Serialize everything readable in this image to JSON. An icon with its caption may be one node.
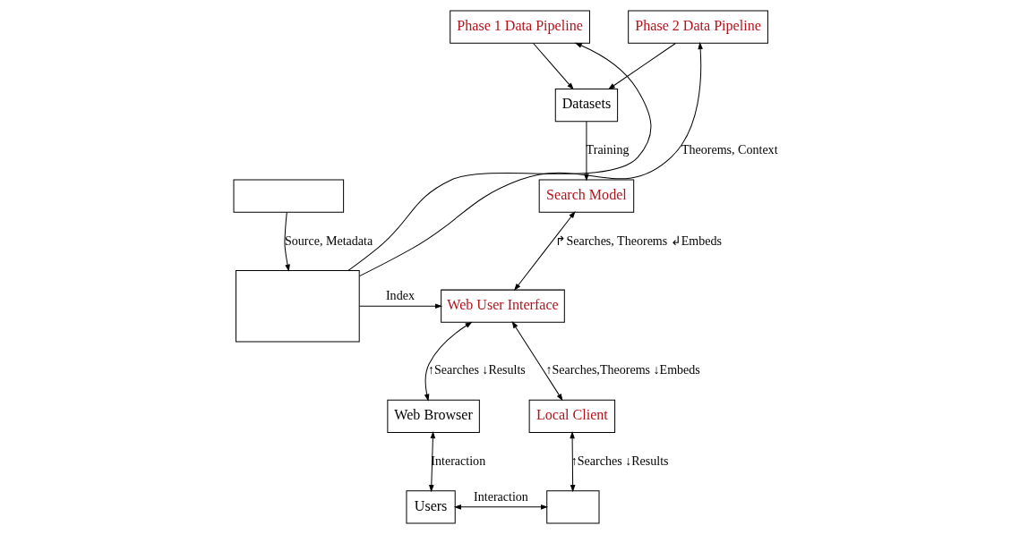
{
  "diagram": {
    "nodes": [
      {
        "text": [
          "Phase 1 Data Pipeline"
        ]
      },
      {
        "text": [
          "Phase 2 Data Pipeline"
        ]
      },
      {
        "text": [
          "Datasets"
        ]
      },
      {
        "text": [],
        "shape": "box"
      },
      {
        "text": [
          "Search Model"
        ]
      },
      {
        "text": [
          "Web User Interface"
        ]
      },
      {
        "text": [
          "Web Browser"
        ]
      },
      {
        "text": [
          "Local Client"
        ]
      },
      {
        "text": [],
        "shape": "box"
      },
      {
        "text": [
          "Users"
        ]
      },
      {
        "text": [],
        "shape": "box"
      }
    ],
    "edges": [
      {
        "from": 3,
        "to": 0,
        "arrow": "to"
      },
      {
        "from": 3,
        "to": 1,
        "arrow": "to",
        "label": "Theorems, Context"
      },
      {
        "from": 0,
        "to": 2,
        "arrow": "to"
      },
      {
        "from": 1,
        "to": 2,
        "arrow": "to"
      },
      {
        "from": 2,
        "to": 4,
        "arrow": "to",
        "label": "Training"
      },
      {
        "from": 4,
        "to": 5,
        "arrow": "both",
        "label": "↱Searches, Theorems ↲Embeds"
      },
      {
        "from": 3,
        "to": 5,
        "arrow": "to",
        "label": "Index"
      },
      {
        "from": 5,
        "to": 6,
        "arrow": "both",
        "label": "↑Searches ↓Results"
      },
      {
        "from": 5,
        "to": 7,
        "arrow": "both",
        "label": "↑Searches,Theorems ↓Embeds"
      },
      {
        "from": 6,
        "to": 9,
        "arrow": "both",
        "label": "Interaction"
      },
      {
        "from": 7,
        "to": 10,
        "arrow": "both",
        "label": "↑Searches ↓Results"
      },
      {
        "from": 9,
        "to": 10,
        "arrow": "both",
        "label": "Interaction"
      },
      {
        "from": 8,
        "to": 3,
        "arrow": "to",
        "label": "Source, Metadata"
      }
    ]
  }
}
